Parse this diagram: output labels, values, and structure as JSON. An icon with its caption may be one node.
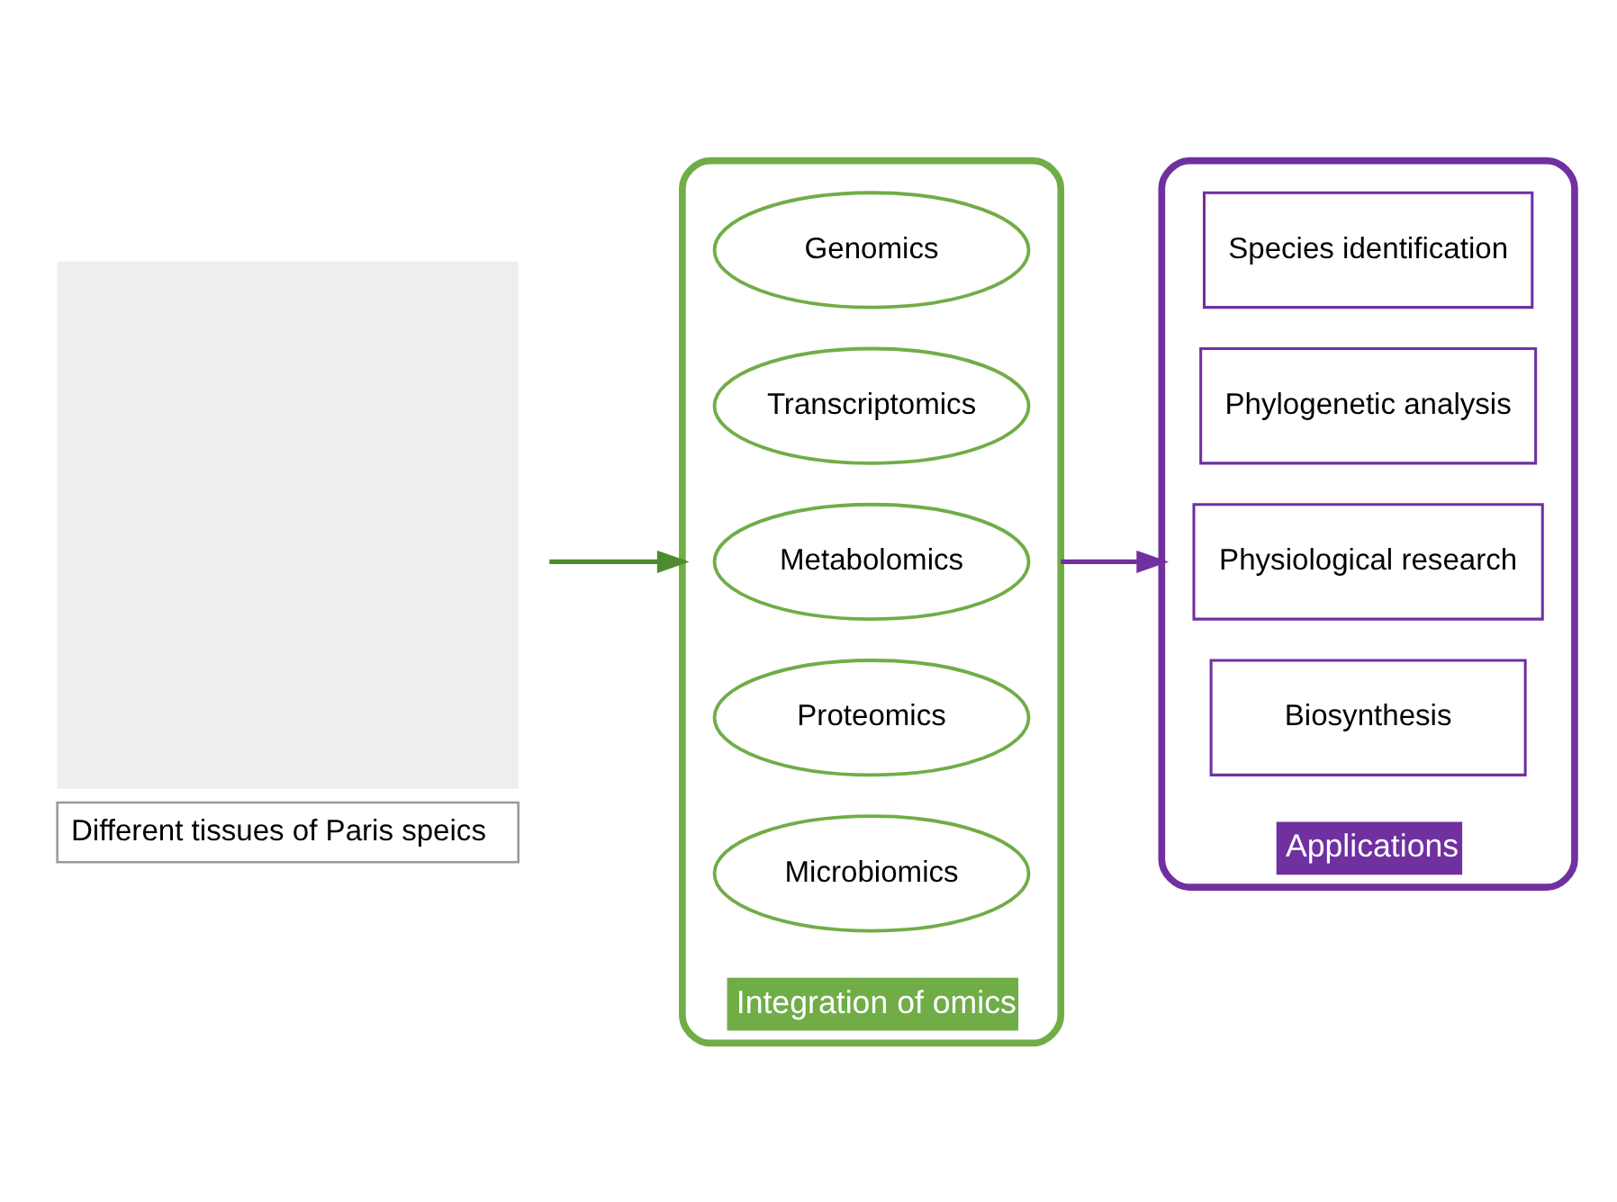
{
  "diagram": {
    "nodes": [
      {
        "text": [],
        "shape": "box",
        "beside": [
          "Different tissues of Paris speics"
        ]
      },
      {
        "text": [
          "Integration of omics"
        ]
      },
      {
        "text": [
          "Genomics"
        ],
        "in": 1
      },
      {
        "text": [
          "Transcriptomics"
        ],
        "in": 1
      },
      {
        "text": [
          "Metabolomics"
        ],
        "in": 1
      },
      {
        "text": [
          "Proteomics"
        ],
        "in": 1
      },
      {
        "text": [
          "Microbiomics"
        ],
        "in": 1
      },
      {
        "text": [
          "Applications"
        ]
      },
      {
        "text": [
          "Species identification"
        ],
        "in": 7
      },
      {
        "text": [
          "Phylogenetic analysis"
        ],
        "in": 7
      },
      {
        "text": [
          "Physiological research"
        ],
        "in": 7
      },
      {
        "text": [
          "Biosynthesis"
        ],
        "in": 7
      }
    ],
    "edges": [
      {
        "from": 0,
        "to": 1,
        "arrow": "to",
        "color": "#4e8b2e"
      },
      {
        "from": 1,
        "to": 7,
        "arrow": "to",
        "color": "#7030a0"
      }
    ]
  }
}
